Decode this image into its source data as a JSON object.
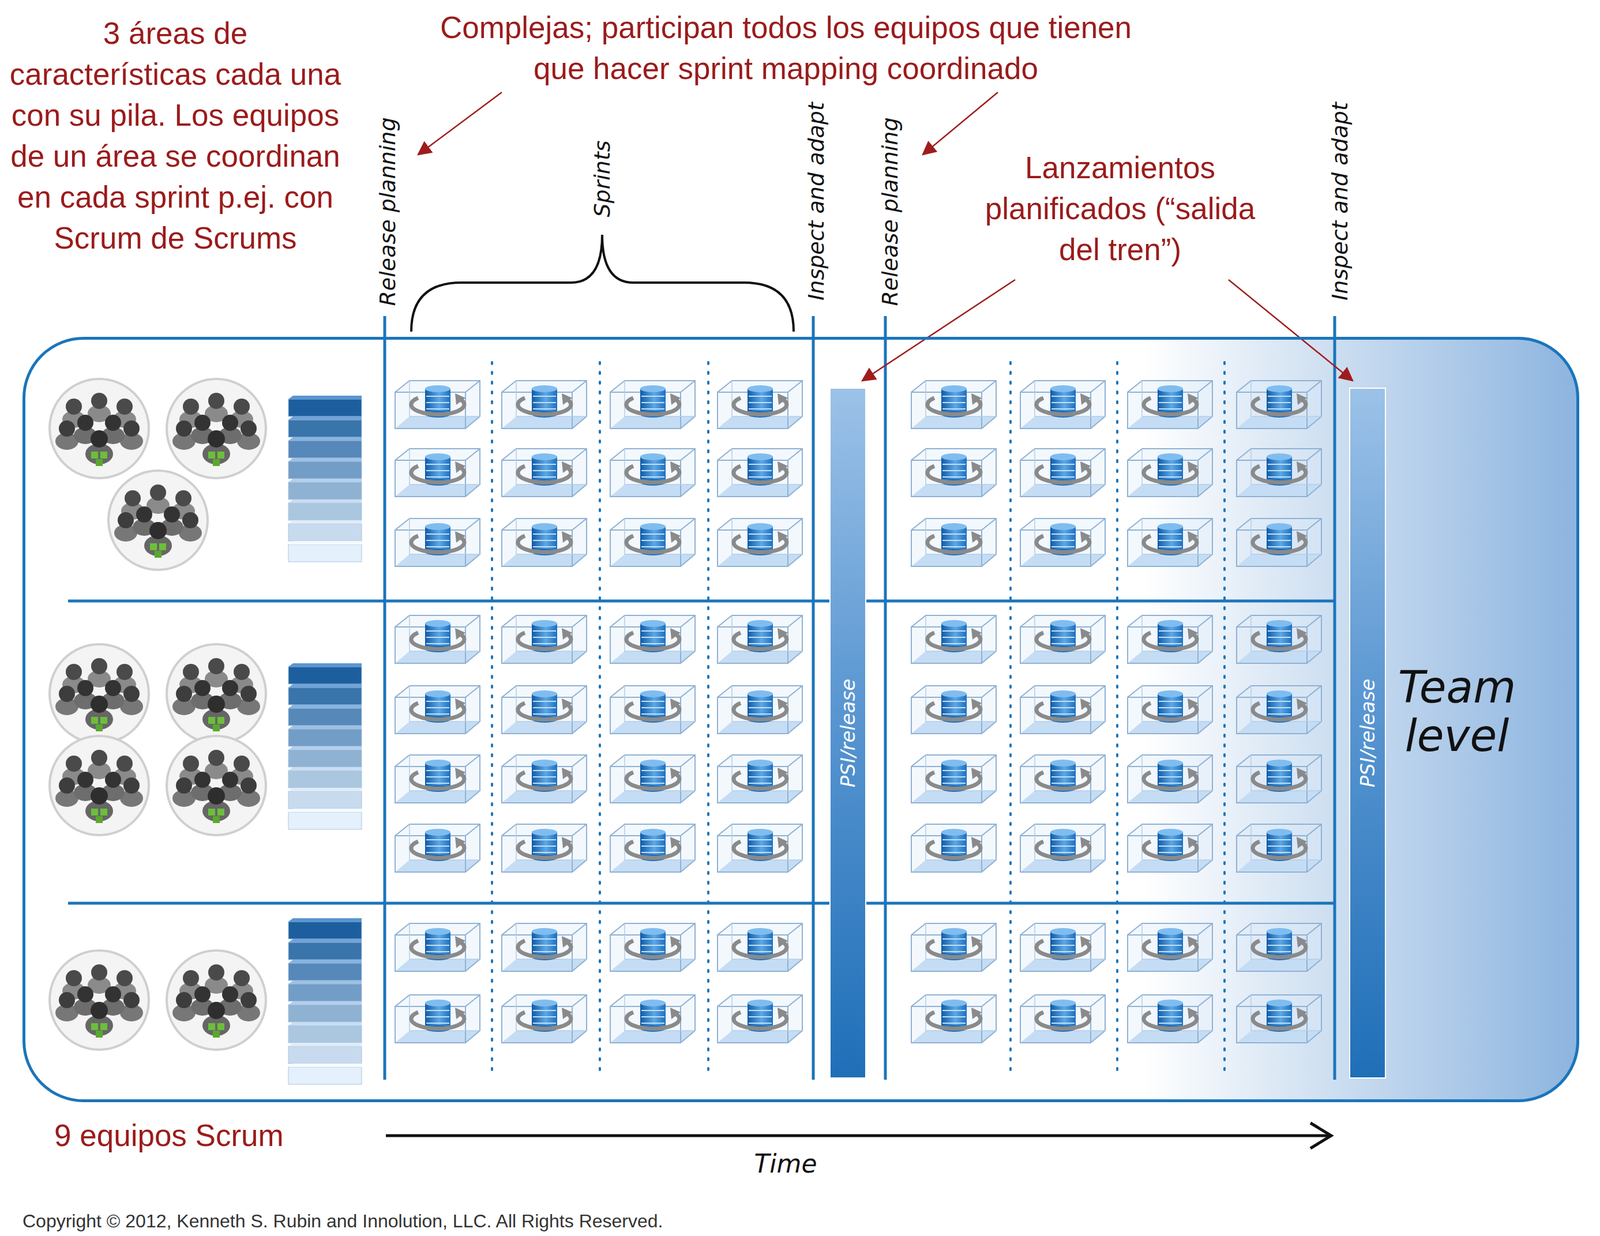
{
  "diagram": {
    "nodes": [
      {
        "text": [
          "Team level"
        ]
      },
      {
        "text": [
          "PSI/release"
        ],
        "in": 0
      },
      {
        "text": [
          "PSI/release"
        ],
        "in": 0
      }
    ],
    "labels": [
      "3 áreas de características cada una con su pila. Los equipos de un área se coordinan en cada sprint p.ej. con Scrum de Scrums",
      "Complejas; participan todos los equipos que tienen que hacer sprint mapping coordinado",
      "Release planning",
      "Sprints",
      "Inspect and adapt",
      "Release planning",
      "Lanzamientos planificados (“salida del tren”)",
      "Inspect and adapt",
      "9 equipos Scrum",
      "Time",
      "Copyright © 2012, Kenneth S. Rubin and Innolution, LLC. All Rights Reserved."
    ]
  }
}
